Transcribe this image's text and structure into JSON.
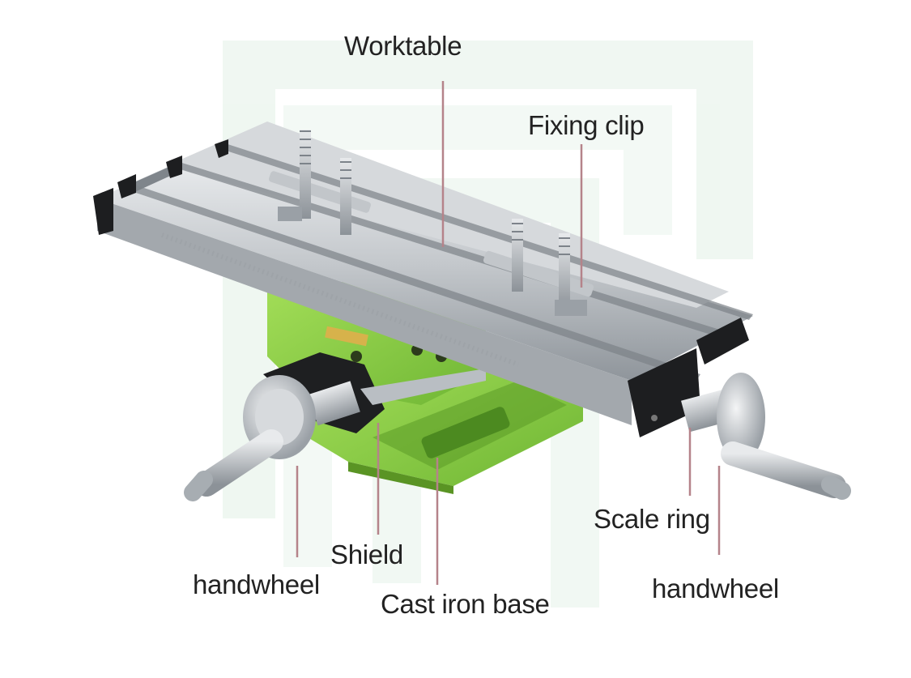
{
  "labels": {
    "worktable": "Worktable",
    "fixing_clip": "Fixing clip",
    "scale_ring": "Scale ring",
    "shield": "Shield",
    "handwheel_left": "handwheel",
    "cast_iron_base": "Cast iron base",
    "handwheel_right": "handwheel"
  },
  "colors": {
    "leader_line": "#b5838a",
    "label_text": "#222222",
    "base_green": "#8fd14a",
    "base_green_dark": "#5f9e2a",
    "aluminum": "#c9ccd0",
    "aluminum_dark": "#8e9398",
    "watermark": "#e6f2ea"
  },
  "icons": {
    "product": "cross-slide-milling-table-illustration",
    "watermark": "brand-watermark-logo"
  }
}
